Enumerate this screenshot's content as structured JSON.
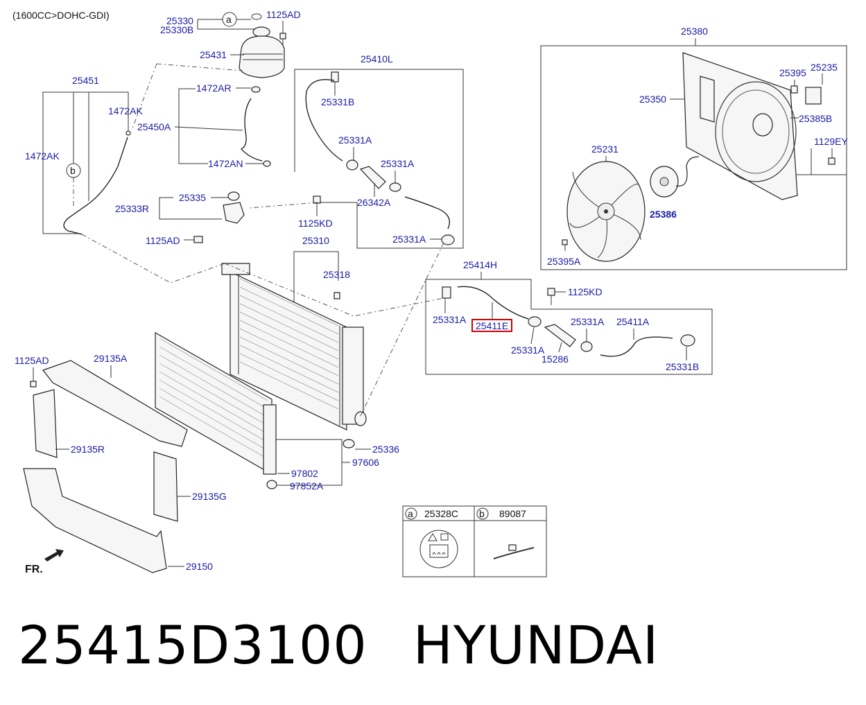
{
  "header": {
    "engine_spec": "(1600CC>DOHC-GDI)"
  },
  "labels": {
    "p25330": "25330",
    "p25330B": "25330B",
    "p1125AD_top": "1125AD",
    "p25431": "25431",
    "p25451": "25451",
    "p1472AK_right": "1472AK",
    "p1472AK_left": "1472AK",
    "p1472AR": "1472AR",
    "p25450A": "25450A",
    "p1472AN": "1472AN",
    "p25335": "25335",
    "p25333R": "25333R",
    "p1125AD_mid": "1125AD",
    "p25410L": "25410L",
    "p25331B_top": "25331B",
    "p25331A_1": "25331A",
    "p25331A_2": "25331A",
    "p26342A": "26342A",
    "p1125KD_left": "1125KD",
    "p25331A_3": "25331A",
    "p25310": "25310",
    "p25318": "25318",
    "p25414H": "25414H",
    "p1125KD_right": "1125KD",
    "p25331A_4": "25331A",
    "p25411E": "25411E",
    "p25331A_5": "25331A",
    "p25411A": "25411A",
    "p25331A_6": "25331A",
    "p15286": "15286",
    "p25331B_right": "25331B",
    "p25380": "25380",
    "p25395": "25395",
    "p25235": "25235",
    "p25350": "25350",
    "p25385B": "25385B",
    "p1129EY": "1129EY",
    "p25231": "25231",
    "p25386": "25386",
    "p25395A": "25395A",
    "p1125AD_left": "1125AD",
    "p29135A": "29135A",
    "p29135R": "29135R",
    "p29135G": "29135G",
    "p29150": "29150",
    "p25336": "25336",
    "p97606": "97606",
    "p97802": "97802",
    "p97852A": "97852A",
    "fr": "FR."
  },
  "callouts": {
    "a": "a",
    "b": "b"
  },
  "legend": {
    "col_a_marker": "a",
    "col_a_part": "25328C",
    "col_b_marker": "b",
    "col_b_part": "89087"
  },
  "highlight_color": "#d00000",
  "label_color": "#1a1aa6",
  "footer": {
    "part_number": "25415D3100",
    "brand": "HYUNDAI"
  }
}
